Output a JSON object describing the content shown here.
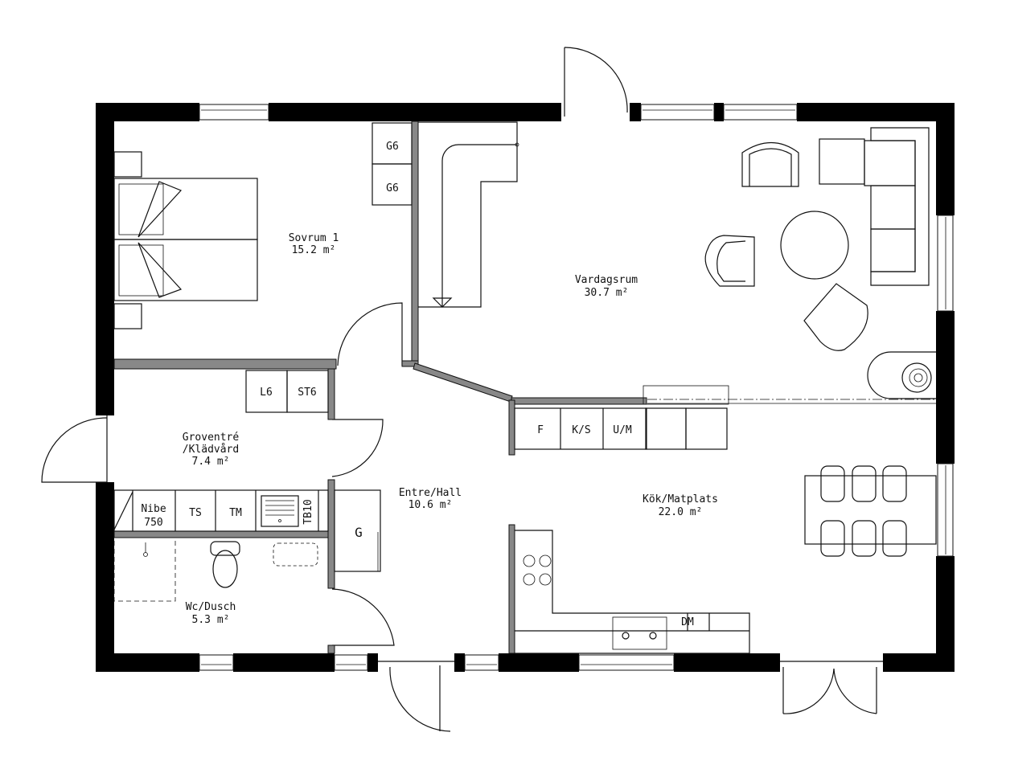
{
  "rooms": [
    {
      "name": "Sovrum 1",
      "area": "15.2 m²"
    },
    {
      "name": "Vardagsrum",
      "area": "30.7 m²"
    },
    {
      "name": "Groventré",
      "name2": "/Klädvård",
      "area": "7.4 m²"
    },
    {
      "name": "Entre/Hall",
      "area": "10.6 m²"
    },
    {
      "name": "Kök/Matplats",
      "area": "22.0 m²"
    },
    {
      "name": "Wc/Dusch",
      "area": "5.3 m²"
    }
  ],
  "fixtures": {
    "wardrobe_1": "G6",
    "wardrobe_2": "G6",
    "linen": "L6",
    "storage": "ST6",
    "heat_pump_1": "Nibe",
    "heat_pump_2": "750",
    "dryer": "TS",
    "washer": "TM",
    "tub": "TB10",
    "hall_wardrobe": "G",
    "fridge": "F",
    "fridge_freezer": "K/S",
    "oven_micro": "U/M",
    "dishwasher": "DM"
  },
  "colors": {
    "wall": "#000000",
    "line": "#111111",
    "background": "#ffffff"
  }
}
